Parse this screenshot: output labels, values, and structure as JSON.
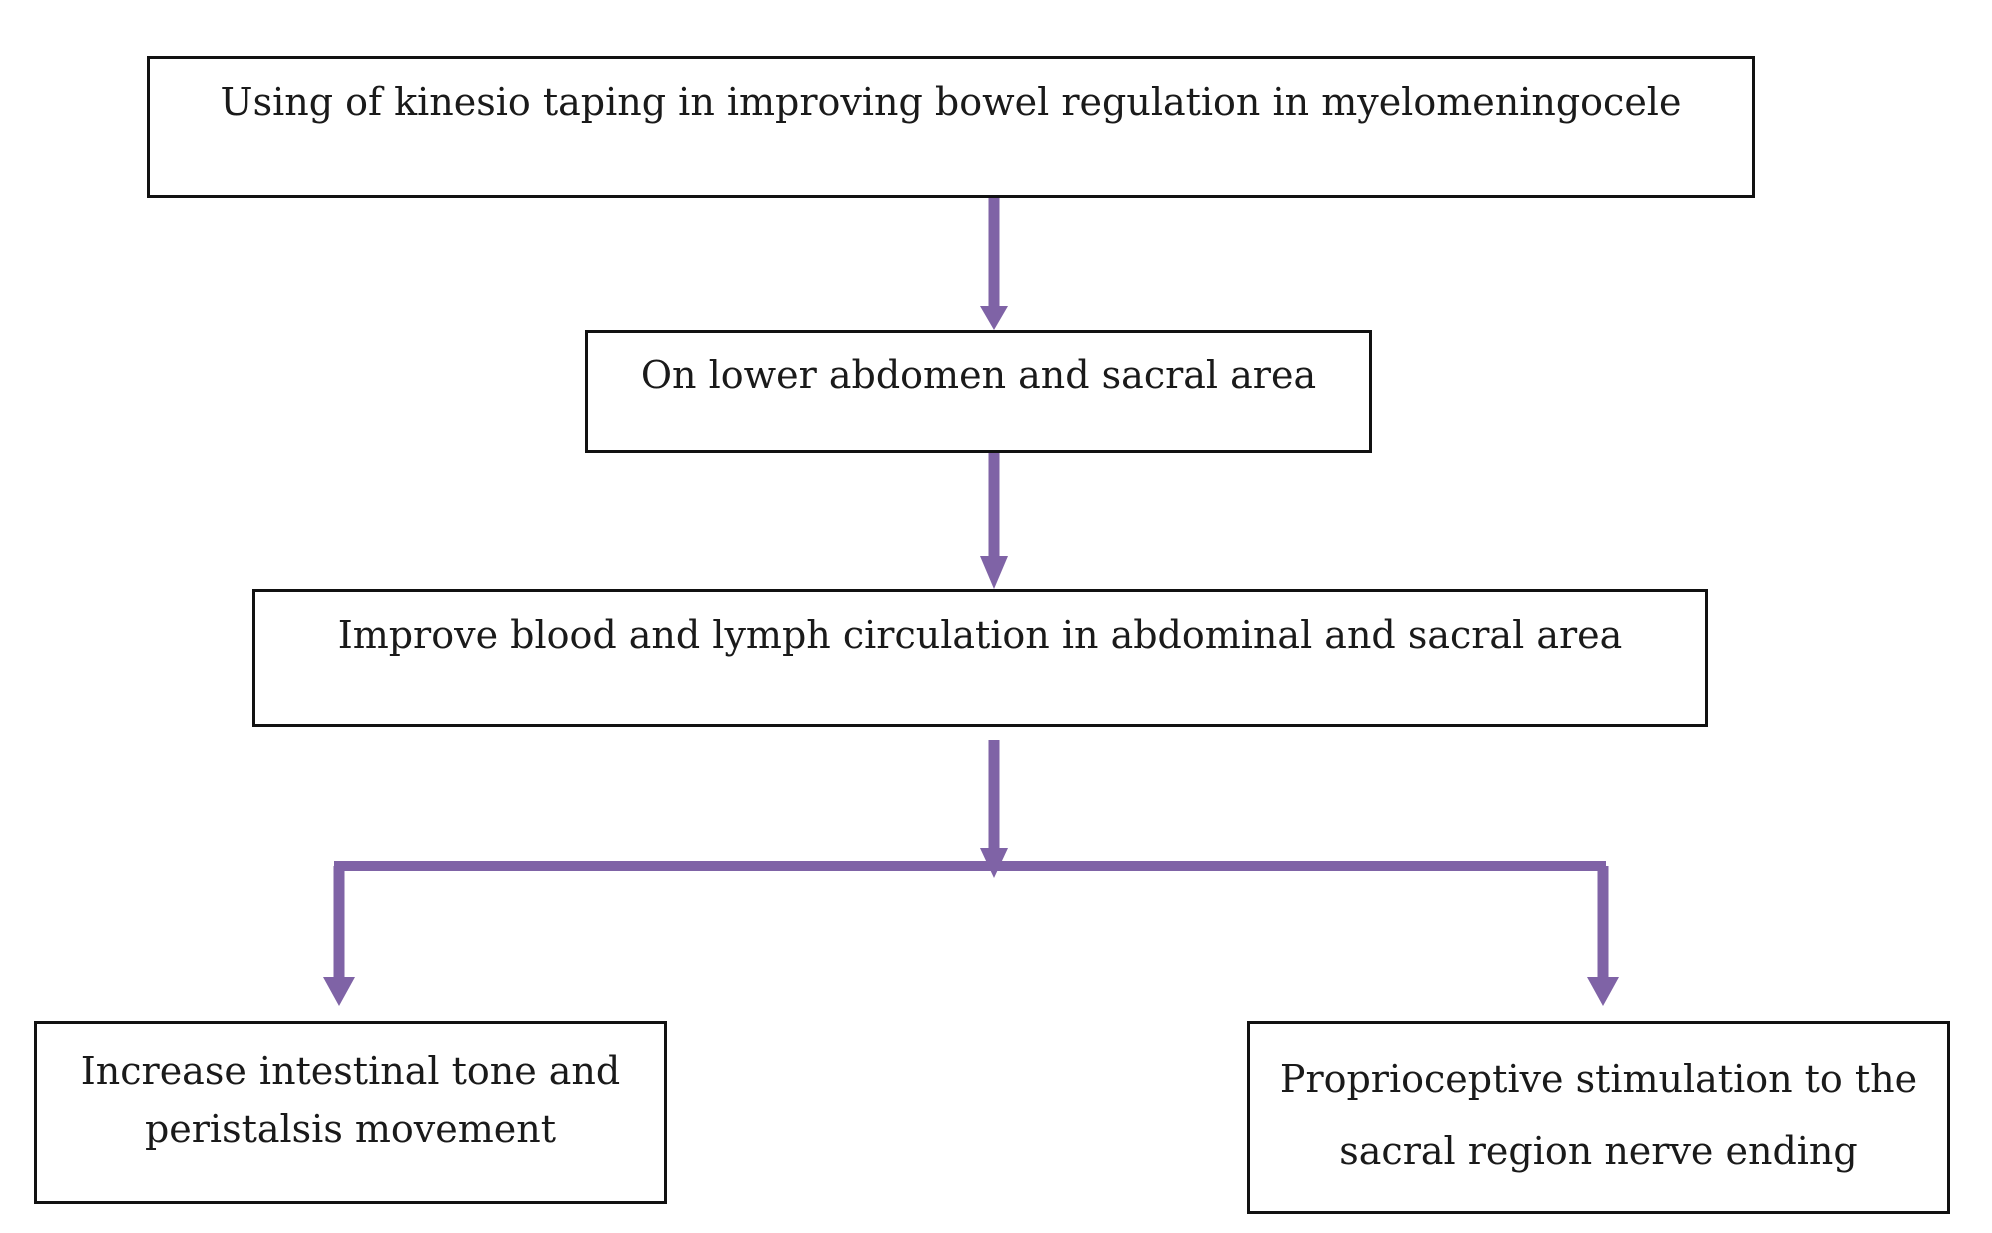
{
  "diagram": {
    "boxes": {
      "b1": {
        "lines": [
          "Using of kinesio taping in improving bowel regulation in myelomeningocele"
        ]
      },
      "b2": {
        "lines": [
          "On lower abdomen and sacral area"
        ]
      },
      "b3": {
        "lines": [
          "Improve blood and lymph circulation in abdominal and sacral area"
        ]
      },
      "b4": {
        "lines": [
          "Increase intestinal tone and",
          "peristalsis movement"
        ]
      },
      "b5": {
        "lines": [
          "Proprioceptive stimulation to the",
          "sacral region nerve ending"
        ]
      }
    },
    "edges": [
      {
        "from": "b1",
        "to": "b2"
      },
      {
        "from": "b2",
        "to": "b3"
      },
      {
        "from": "b3",
        "to": "b4"
      },
      {
        "from": "b3",
        "to": "b5"
      }
    ],
    "colors": {
      "arrow": "#7f63a6",
      "box_border": "#111111",
      "text": "#1a1a1a"
    }
  }
}
